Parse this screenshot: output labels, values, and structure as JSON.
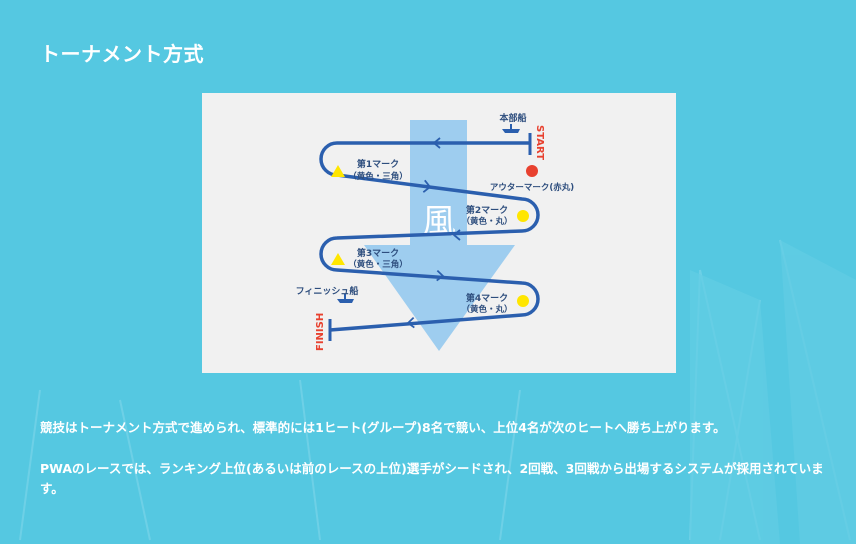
{
  "section": {
    "title": "トーナメント方式"
  },
  "diagram": {
    "wind_label": "風",
    "committee_boat": "本部船",
    "start": "START",
    "outer_mark": "アウターマーク(赤丸)",
    "mark1_a": "第1マーク",
    "mark1_b": "（黄色・三角）",
    "mark2_a": "第2マーク",
    "mark2_b": "（黄色・丸）",
    "mark3_a": "第3マーク",
    "mark3_b": "（黄色・三角）",
    "mark4_a": "第4マーク",
    "mark4_b": "（黄色・丸）",
    "finish_boat": "フィニッシュ船",
    "finish": "FINISH",
    "colors": {
      "course_line": "#2b5fae",
      "wind_arrow": "#8fc7ee",
      "red_mark": "#e8412f",
      "yellow_mark": "#ffe600",
      "start_finish_text": "#e8412f",
      "label_text": "#2e4e7e"
    }
  },
  "body": {
    "paragraph1": "競技はトーナメント方式で進められ、標準的には1ヒート(グループ)8名で競い、上位4名が次のヒートへ勝ち上がります。",
    "paragraph2": "PWAのレースでは、ランキング上位(あるいは前のレースの上位)選手がシードされ、2回戦、3回戦から出場するシステムが採用されています。"
  }
}
